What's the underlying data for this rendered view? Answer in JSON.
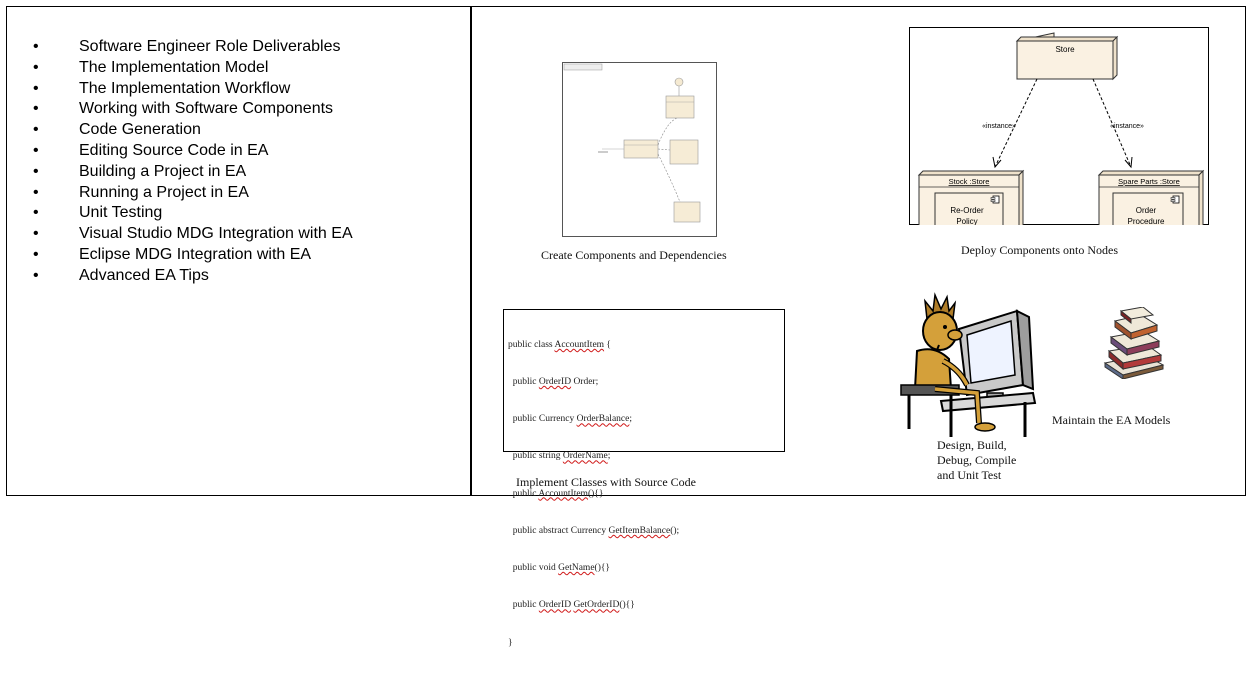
{
  "topics": [
    "Software Engineer Role Deliverables",
    "The Implementation Model",
    "The Implementation Workflow",
    "Working with Software Components",
    "Code Generation",
    "Editing Source Code in EA",
    "Building a Project in EA",
    "Running a Project in EA",
    "Unit Testing",
    "Visual Studio MDG Integration with EA",
    "Eclipse MDG Integration with EA",
    "Advanced EA Tips"
  ],
  "bullet": "•",
  "captions": {
    "components": "Create Components and Dependencies",
    "deploy": "Deploy Components onto Nodes",
    "implement": "Implement Classes with Source Code",
    "design_lines": [
      "Design, Build,",
      "Debug, Compile",
      "and  Unit Test"
    ],
    "maintain": "Maintain the EA Models"
  },
  "deploy_diagram": {
    "store": "Store",
    "instance_left": "«instance»",
    "instance_right": "«instance»",
    "stock_title": "Stock :Store",
    "stock_component": [
      "Re-Order",
      "Policy"
    ],
    "spare_title": "Spare Parts :Store",
    "spare_component": [
      "Order",
      "Procedure"
    ]
  },
  "code_lines": [
    "public class AccountItem {",
    "  public OrderID Order;",
    "  public Currency OrderBalance;",
    "  public string OrderName;",
    "  public AccountItem(){}",
    "  public abstract Currency GetItemBalance();",
    "  public void GetName(){}",
    "  public OrderID GetOrderID(){}",
    "}"
  ]
}
